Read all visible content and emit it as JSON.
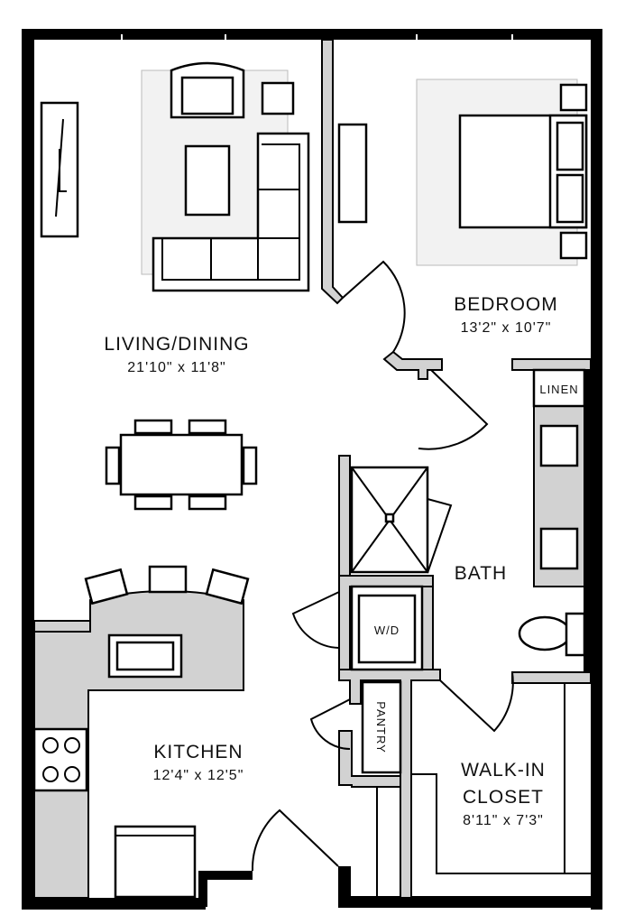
{
  "rooms": {
    "living": {
      "name": "LIVING/DINING",
      "dims": "21'10\" x 11'8\""
    },
    "bedroom": {
      "name": "BEDROOM",
      "dims": "13'2\" x 10'7\""
    },
    "bath": {
      "name": "BATH"
    },
    "linen": {
      "name": "LINEN"
    },
    "laundry": {
      "name": "W/D"
    },
    "pantry": {
      "name": "PANTRY"
    },
    "kitchen": {
      "name": "KITCHEN",
      "dims": "12'4\" x 12'5\""
    },
    "closet": {
      "name_line1": "WALK-IN",
      "name_line2": "CLOSET",
      "dims": "8'11\" x 7'3\""
    }
  },
  "colors": {
    "wall": "#000000",
    "interior_wall": "#d2d2d2",
    "background": "#ffffff"
  }
}
